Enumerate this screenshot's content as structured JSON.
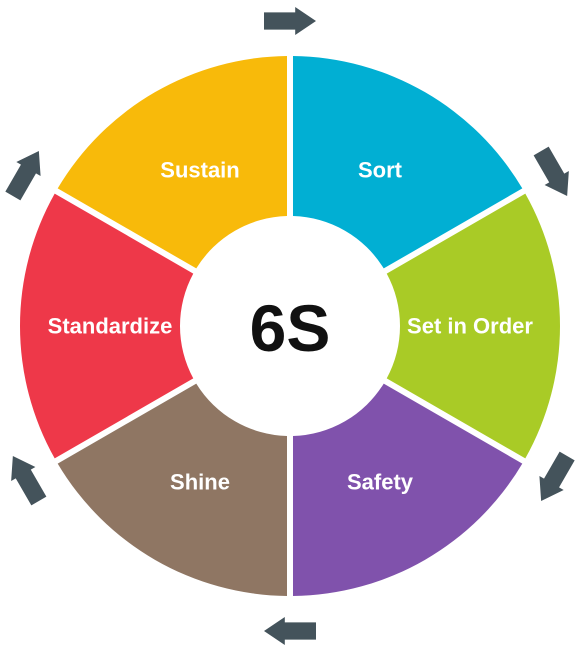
{
  "center": {
    "label": "6S"
  },
  "segments": [
    {
      "label": "Sort",
      "color": "#01AFD3"
    },
    {
      "label": "Set in Order",
      "color": "#A9CB26"
    },
    {
      "label": "Safety",
      "color": "#8052AC"
    },
    {
      "label": "Shine",
      "color": "#8F7663"
    },
    {
      "label": "Standardize",
      "color": "#EE3849"
    },
    {
      "label": "Sustain",
      "color": "#F8BA0A"
    }
  ],
  "arrow_color": "#44535B",
  "arrow_icon": "right-arrow-icon"
}
